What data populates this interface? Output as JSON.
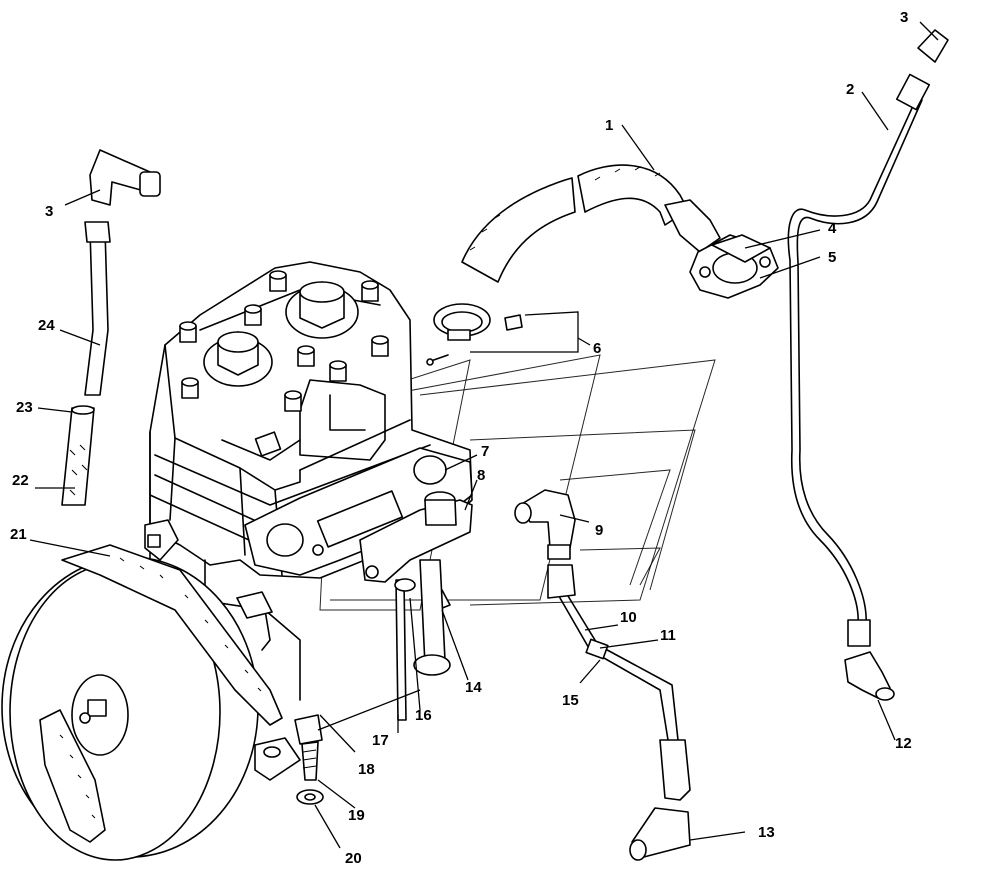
{
  "callouts": [
    {
      "id": "c1",
      "label": "1"
    },
    {
      "id": "c2",
      "label": "2"
    },
    {
      "id": "c3a",
      "label": "3"
    },
    {
      "id": "c3b",
      "label": "3"
    },
    {
      "id": "c4",
      "label": "4"
    },
    {
      "id": "c5",
      "label": "5"
    },
    {
      "id": "c6",
      "label": "6"
    },
    {
      "id": "c7",
      "label": "7"
    },
    {
      "id": "c8",
      "label": "8"
    },
    {
      "id": "c9",
      "label": "9"
    },
    {
      "id": "c10",
      "label": "10"
    },
    {
      "id": "c11",
      "label": "11"
    },
    {
      "id": "c12",
      "label": "12"
    },
    {
      "id": "c13",
      "label": "13"
    },
    {
      "id": "c14",
      "label": "14"
    },
    {
      "id": "c15",
      "label": "15"
    },
    {
      "id": "c16",
      "label": "16"
    },
    {
      "id": "c17",
      "label": "17"
    },
    {
      "id": "c18",
      "label": "18"
    },
    {
      "id": "c19",
      "label": "19"
    },
    {
      "id": "c20",
      "label": "20"
    },
    {
      "id": "c21",
      "label": "21"
    },
    {
      "id": "c22",
      "label": "22"
    },
    {
      "id": "c23",
      "label": "23"
    },
    {
      "id": "c24",
      "label": "24"
    }
  ]
}
